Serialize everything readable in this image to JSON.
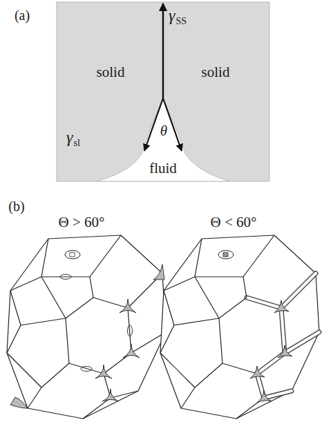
{
  "diagram": {
    "labels": [
      "(a)",
      "γ",
      "SS",
      "solid",
      "solid",
      "γ",
      "sl",
      "θ",
      "fluid",
      "(b)",
      "Θ > 60°",
      "Θ < 60°"
    ]
  }
}
